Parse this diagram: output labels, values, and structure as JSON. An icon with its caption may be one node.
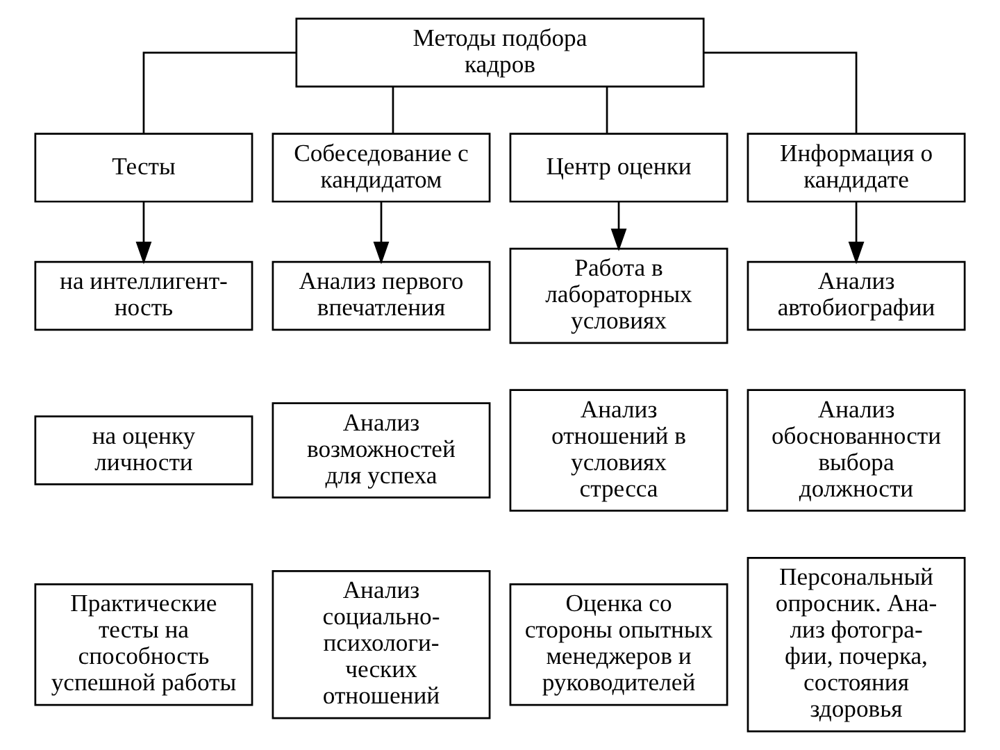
{
  "diagram": {
    "nodes": [
      {
        "text": [
          "Методы подбора кадров"
        ]
      },
      {
        "text": [
          "Тесты"
        ]
      },
      {
        "text": [
          "Собеседование с кандидатом"
        ]
      },
      {
        "text": [
          "Центр оценки"
        ]
      },
      {
        "text": [
          "Информация о кандидате"
        ]
      },
      {
        "text": [
          "на интеллигент- ность"
        ]
      },
      {
        "text": [
          "Анализ первого впечатления"
        ]
      },
      {
        "text": [
          "Работа в лабораторных условиях"
        ]
      },
      {
        "text": [
          "Анализ автобиографии"
        ]
      },
      {
        "text": [
          "на оценку личности"
        ]
      },
      {
        "text": [
          "Анализ возможностей для успеха"
        ]
      },
      {
        "text": [
          "Анализ отношений в условиях стресса"
        ]
      },
      {
        "text": [
          "Анализ обоснованности выбора должности"
        ]
      },
      {
        "text": [
          "Практические тесты на способность успешной работы"
        ]
      },
      {
        "text": [
          "Анализ социально- психологи- ческих отношений"
        ]
      },
      {
        "text": [
          "Оценка со стороны опытных менеджеров и руководителей"
        ]
      },
      {
        "text": [
          "Персональный опросник. Ана- лиз фотогра- фии, почерка, состояния здоровья"
        ]
      }
    ],
    "edges": [
      {
        "from": 0,
        "to": 1,
        "arrow": "none"
      },
      {
        "from": 0,
        "to": 2,
        "arrow": "none"
      },
      {
        "from": 0,
        "to": 3,
        "arrow": "none"
      },
      {
        "from": 0,
        "to": 4,
        "arrow": "none"
      },
      {
        "from": 1,
        "to": 5,
        "arrow": "to"
      },
      {
        "from": 2,
        "to": 6,
        "arrow": "to"
      },
      {
        "from": 3,
        "to": 7,
        "arrow": "to"
      },
      {
        "from": 4,
        "to": 8,
        "arrow": "to"
      }
    ]
  }
}
